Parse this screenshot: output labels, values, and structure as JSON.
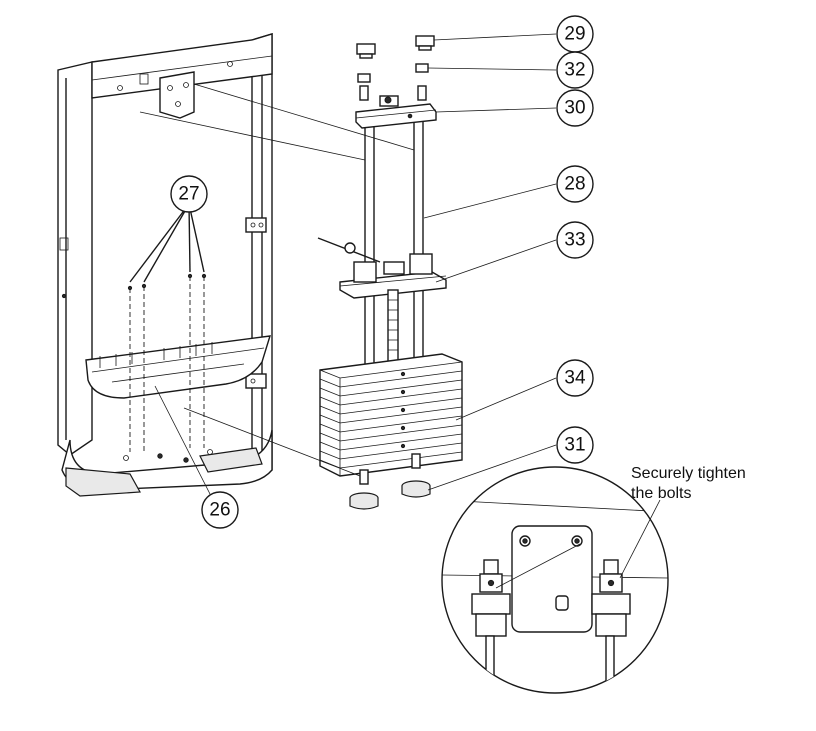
{
  "callouts": [
    {
      "id": "c29",
      "label": "29"
    },
    {
      "id": "c32",
      "label": "32"
    },
    {
      "id": "c30",
      "label": "30"
    },
    {
      "id": "c28",
      "label": "28"
    },
    {
      "id": "c33",
      "label": "33"
    },
    {
      "id": "c34",
      "label": "34"
    },
    {
      "id": "c31",
      "label": "31"
    },
    {
      "id": "c27",
      "label": "27"
    },
    {
      "id": "c26",
      "label": "26"
    }
  ],
  "detail_note": {
    "line1": "Securely tighten",
    "line2": "the bolts"
  }
}
